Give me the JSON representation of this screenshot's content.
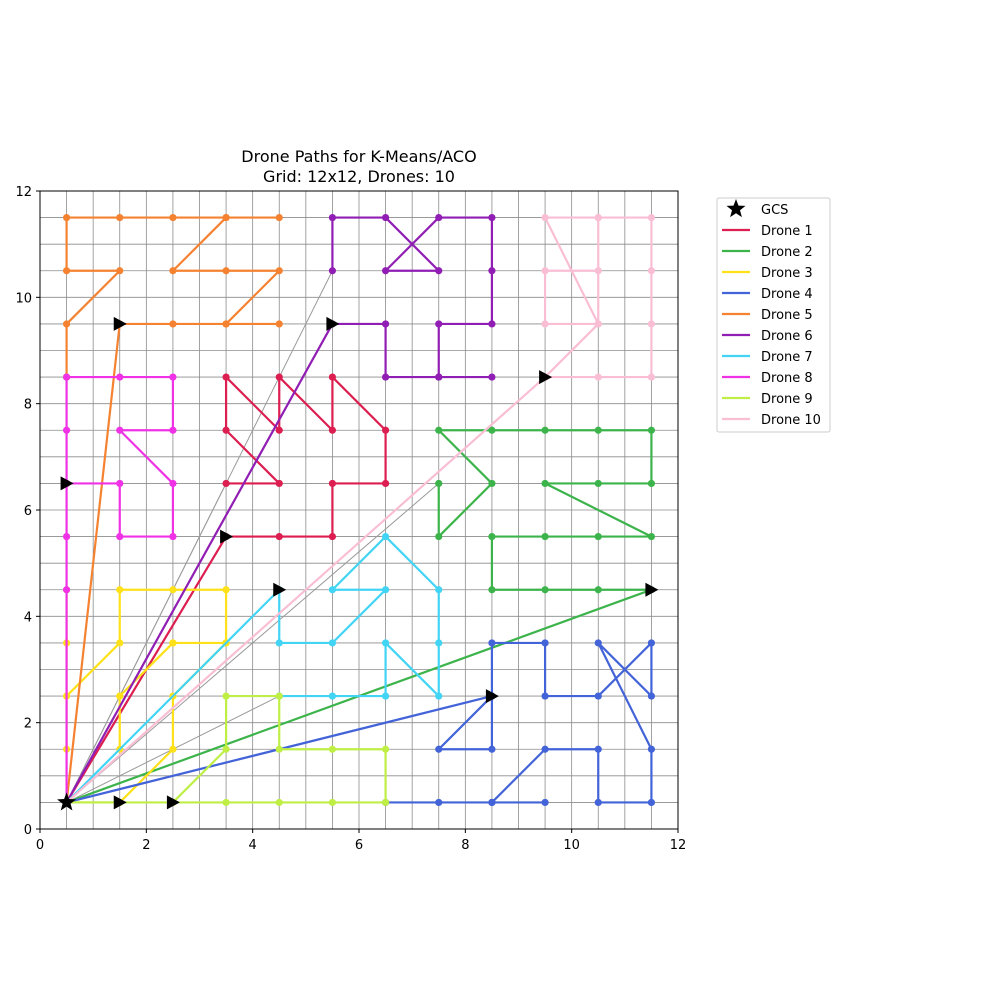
{
  "chart_data": {
    "type": "line",
    "title": "Drone Paths for K-Means/ACO",
    "subtitle": "Grid: 12x12, Drones: 10",
    "xlabel": "",
    "ylabel": "",
    "xlim": [
      0,
      12
    ],
    "ylim": [
      0,
      12
    ],
    "xticks": [
      0,
      2,
      4,
      6,
      8,
      10,
      12
    ],
    "yticks": [
      0,
      2,
      4,
      6,
      8,
      10,
      12
    ],
    "grid": true,
    "grid_step": 0.5,
    "legend_position": "outside-right-top",
    "gcs": {
      "name": "GCS",
      "x": 0.5,
      "y": 0.5,
      "color": "#000000"
    },
    "series": [
      {
        "name": "Drone 1",
        "color": "#dc1e50",
        "points": [
          [
            3.5,
            5.5
          ],
          [
            4.5,
            5.5
          ],
          [
            5.5,
            5.5
          ],
          [
            5.5,
            6.5
          ],
          [
            6.5,
            6.5
          ],
          [
            6.5,
            7.5
          ],
          [
            5.5,
            8.5
          ],
          [
            5.5,
            7.5
          ],
          [
            4.5,
            8.5
          ],
          [
            4.5,
            7.5
          ],
          [
            3.5,
            8.5
          ],
          [
            3.5,
            7.5
          ],
          [
            4.5,
            6.5
          ],
          [
            3.5,
            6.5
          ]
        ]
      },
      {
        "name": "Drone 2",
        "color": "#3cb44b",
        "points": [
          [
            11.5,
            4.5
          ],
          [
            10.5,
            4.5
          ],
          [
            9.5,
            4.5
          ],
          [
            8.5,
            4.5
          ],
          [
            8.5,
            5.5
          ],
          [
            9.5,
            5.5
          ],
          [
            10.5,
            5.5
          ],
          [
            11.5,
            5.5
          ],
          [
            9.5,
            6.5
          ],
          [
            10.5,
            6.5
          ],
          [
            11.5,
            6.5
          ],
          [
            11.5,
            7.5
          ],
          [
            10.5,
            7.5
          ],
          [
            9.5,
            7.5
          ],
          [
            8.5,
            7.5
          ],
          [
            7.5,
            7.5
          ],
          [
            8.5,
            6.5
          ],
          [
            7.5,
            5.5
          ],
          [
            7.5,
            6.5
          ]
        ]
      },
      {
        "name": "Drone 3",
        "color": "#ffe119",
        "points": [
          [
            1.5,
            0.5
          ],
          [
            2.5,
            1.5
          ],
          [
            2.5,
            2.5
          ],
          [
            3.5,
            3.5
          ],
          [
            2.5,
            3.5
          ],
          [
            1.5,
            2.5
          ],
          [
            1.5,
            1.5
          ],
          [
            1.5,
            2.5
          ],
          [
            2.5,
            3.5
          ],
          [
            3.5,
            3.5
          ],
          [
            3.5,
            4.5
          ],
          [
            2.5,
            4.5
          ],
          [
            1.5,
            4.5
          ],
          [
            1.5,
            3.5
          ],
          [
            0.5,
            2.5
          ],
          [
            0.5,
            3.5
          ],
          [
            0.5,
            4.5
          ],
          [
            0.5,
            1.5
          ]
        ]
      },
      {
        "name": "Drone 4",
        "color": "#4363d8",
        "points": [
          [
            8.5,
            2.5
          ],
          [
            8.5,
            1.5
          ],
          [
            7.5,
            1.5
          ],
          [
            8.5,
            2.5
          ],
          [
            8.5,
            3.5
          ],
          [
            9.5,
            3.5
          ],
          [
            9.5,
            2.5
          ],
          [
            10.5,
            2.5
          ],
          [
            11.5,
            3.5
          ],
          [
            11.5,
            2.5
          ],
          [
            10.5,
            3.5
          ],
          [
            11.5,
            1.5
          ],
          [
            11.5,
            0.5
          ],
          [
            10.5,
            0.5
          ],
          [
            10.5,
            1.5
          ],
          [
            9.5,
            1.5
          ],
          [
            8.5,
            0.5
          ],
          [
            9.5,
            0.5
          ],
          [
            8.5,
            0.5
          ],
          [
            7.5,
            0.5
          ],
          [
            6.5,
            0.5
          ]
        ]
      },
      {
        "name": "Drone 5",
        "color": "#f58231",
        "points": [
          [
            1.5,
            9.5
          ],
          [
            2.5,
            9.5
          ],
          [
            3.5,
            9.5
          ],
          [
            4.5,
            9.5
          ],
          [
            3.5,
            9.5
          ],
          [
            4.5,
            10.5
          ],
          [
            3.5,
            10.5
          ],
          [
            2.5,
            10.5
          ],
          [
            3.5,
            11.5
          ],
          [
            4.5,
            11.5
          ],
          [
            3.5,
            11.5
          ],
          [
            2.5,
            11.5
          ],
          [
            1.5,
            11.5
          ],
          [
            0.5,
            11.5
          ],
          [
            0.5,
            10.5
          ],
          [
            1.5,
            10.5
          ],
          [
            0.5,
            9.5
          ],
          [
            0.5,
            8.5
          ]
        ]
      },
      {
        "name": "Drone 6",
        "color": "#911eb4",
        "points": [
          [
            5.5,
            9.5
          ],
          [
            6.5,
            9.5
          ],
          [
            6.5,
            8.5
          ],
          [
            7.5,
            8.5
          ],
          [
            8.5,
            8.5
          ],
          [
            7.5,
            8.5
          ],
          [
            7.5,
            9.5
          ],
          [
            8.5,
            9.5
          ],
          [
            8.5,
            10.5
          ],
          [
            8.5,
            11.5
          ],
          [
            7.5,
            11.5
          ],
          [
            6.5,
            10.5
          ],
          [
            7.5,
            10.5
          ],
          [
            6.5,
            11.5
          ],
          [
            5.5,
            11.5
          ],
          [
            5.5,
            10.5
          ]
        ]
      },
      {
        "name": "Drone 7",
        "color": "#42d4f4",
        "points": [
          [
            4.5,
            4.5
          ],
          [
            4.5,
            3.5
          ],
          [
            5.5,
            3.5
          ],
          [
            6.5,
            4.5
          ],
          [
            5.5,
            4.5
          ],
          [
            6.5,
            5.5
          ],
          [
            7.5,
            4.5
          ],
          [
            7.5,
            3.5
          ],
          [
            7.5,
            2.5
          ],
          [
            6.5,
            3.5
          ],
          [
            6.5,
            2.5
          ],
          [
            5.5,
            2.5
          ],
          [
            4.5,
            2.5
          ]
        ]
      },
      {
        "name": "Drone 8",
        "color": "#f032e6",
        "points": [
          [
            0.5,
            6.5
          ],
          [
            1.5,
            6.5
          ],
          [
            1.5,
            5.5
          ],
          [
            2.5,
            5.5
          ],
          [
            2.5,
            6.5
          ],
          [
            1.5,
            7.5
          ],
          [
            2.5,
            7.5
          ],
          [
            2.5,
            8.5
          ],
          [
            1.5,
            8.5
          ],
          [
            0.5,
            8.5
          ],
          [
            0.5,
            7.5
          ],
          [
            0.5,
            6.5
          ],
          [
            0.5,
            5.5
          ],
          [
            0.5,
            4.5
          ]
        ]
      },
      {
        "name": "Drone 9",
        "color": "#bfef45",
        "points": [
          [
            2.5,
            0.5
          ],
          [
            3.5,
            0.5
          ],
          [
            4.5,
            0.5
          ],
          [
            5.5,
            0.5
          ],
          [
            6.5,
            0.5
          ],
          [
            6.5,
            1.5
          ],
          [
            5.5,
            1.5
          ],
          [
            4.5,
            1.5
          ],
          [
            4.5,
            2.5
          ],
          [
            3.5,
            2.5
          ],
          [
            3.5,
            1.5
          ],
          [
            2.5,
            0.5
          ],
          [
            1.5,
            0.5
          ]
        ]
      },
      {
        "name": "Drone 10",
        "color": "#fabed4",
        "points": [
          [
            9.5,
            8.5
          ],
          [
            10.5,
            8.5
          ],
          [
            11.5,
            8.5
          ],
          [
            11.5,
            9.5
          ],
          [
            11.5,
            10.5
          ],
          [
            11.5,
            11.5
          ],
          [
            10.5,
            11.5
          ],
          [
            10.5,
            10.5
          ],
          [
            9.5,
            10.5
          ],
          [
            9.5,
            9.5
          ],
          [
            10.5,
            9.5
          ],
          [
            9.5,
            11.5
          ],
          [
            10.5,
            11.5
          ],
          [
            10.5,
            9.5
          ],
          [
            9.5,
            8.5
          ]
        ]
      }
    ]
  }
}
